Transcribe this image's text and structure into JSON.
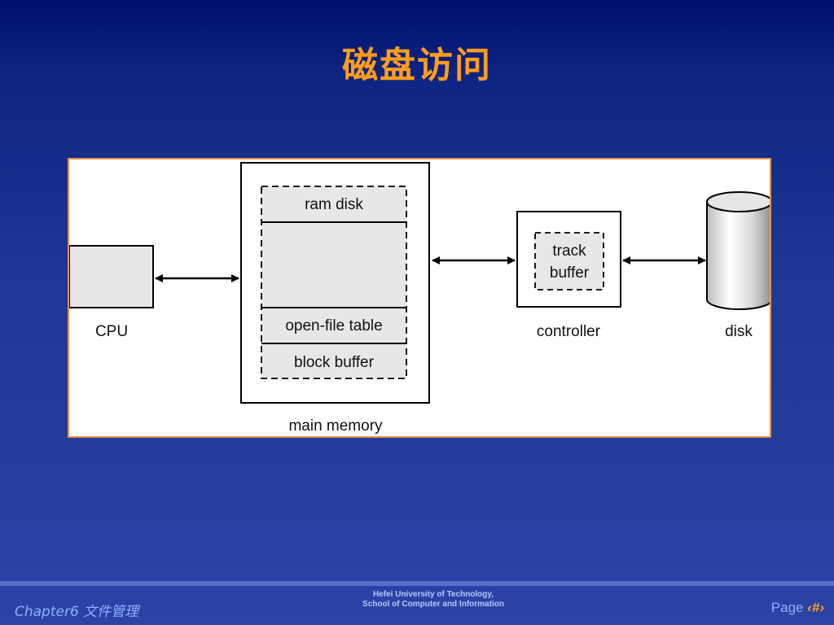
{
  "slide": {
    "title": "磁盘访问"
  },
  "diagram": {
    "labels": {
      "cpu": "CPU",
      "main_memory": "main memory",
      "ram_disk": "ram disk",
      "open_file_table": "open-file table",
      "block_buffer": "block buffer",
      "controller": "controller",
      "track_buffer_line1": "track",
      "track_buffer_line2": "buffer",
      "disk": "disk"
    },
    "colors": {
      "panel_border": "#e8914a",
      "box_fill": "#e8e6e8",
      "title": "#ff9d1e"
    }
  },
  "footer": {
    "chapter": "Chapter6 文件管理",
    "university_line1": "Hefei University of Technology,",
    "university_line2": "School of Computer and Information",
    "page_label": "Page",
    "page_marker": "‹#›"
  }
}
